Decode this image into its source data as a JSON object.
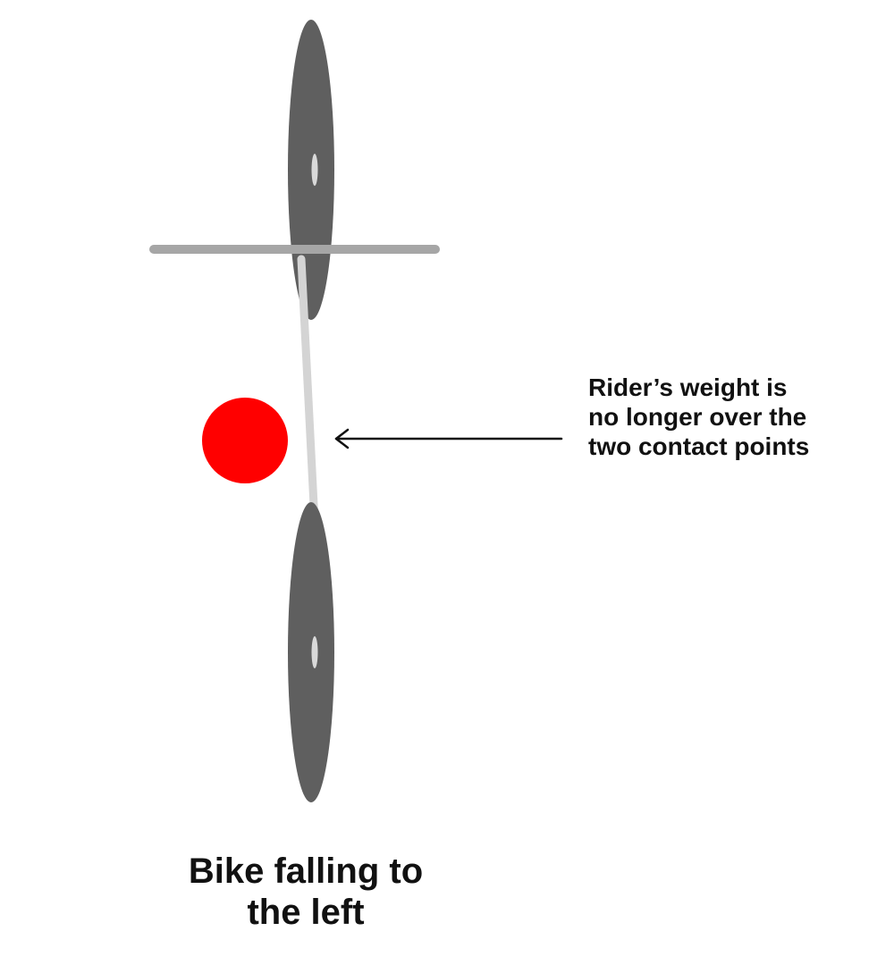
{
  "annotation": {
    "lines": [
      "Rider’s weight is",
      "no longer over the",
      "two contact points"
    ]
  },
  "caption": {
    "lines": [
      "Bike falling to",
      "the left"
    ]
  },
  "colors": {
    "wheel": "#5f5f5f",
    "hub": "#d9d9d9",
    "handlebar": "#a6a6a6",
    "frame": "#d4d4d4",
    "rider_weight": "#ff0000",
    "arrow": "#111111"
  }
}
